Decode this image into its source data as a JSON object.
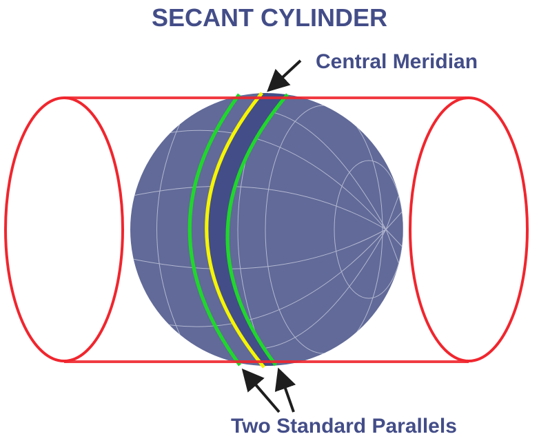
{
  "title": "SECANT CYLINDER",
  "labels": {
    "central_meridian": "Central Meridian",
    "standard_parallels": "Two Standard Parallels"
  },
  "colors": {
    "title": "#434d88",
    "globe": "#616a98",
    "band": "#434d88",
    "cylinder": "#f0262e",
    "parallels": "#1ed82a",
    "meridian": "#f5f500",
    "arrow": "#1e1e1e"
  }
}
